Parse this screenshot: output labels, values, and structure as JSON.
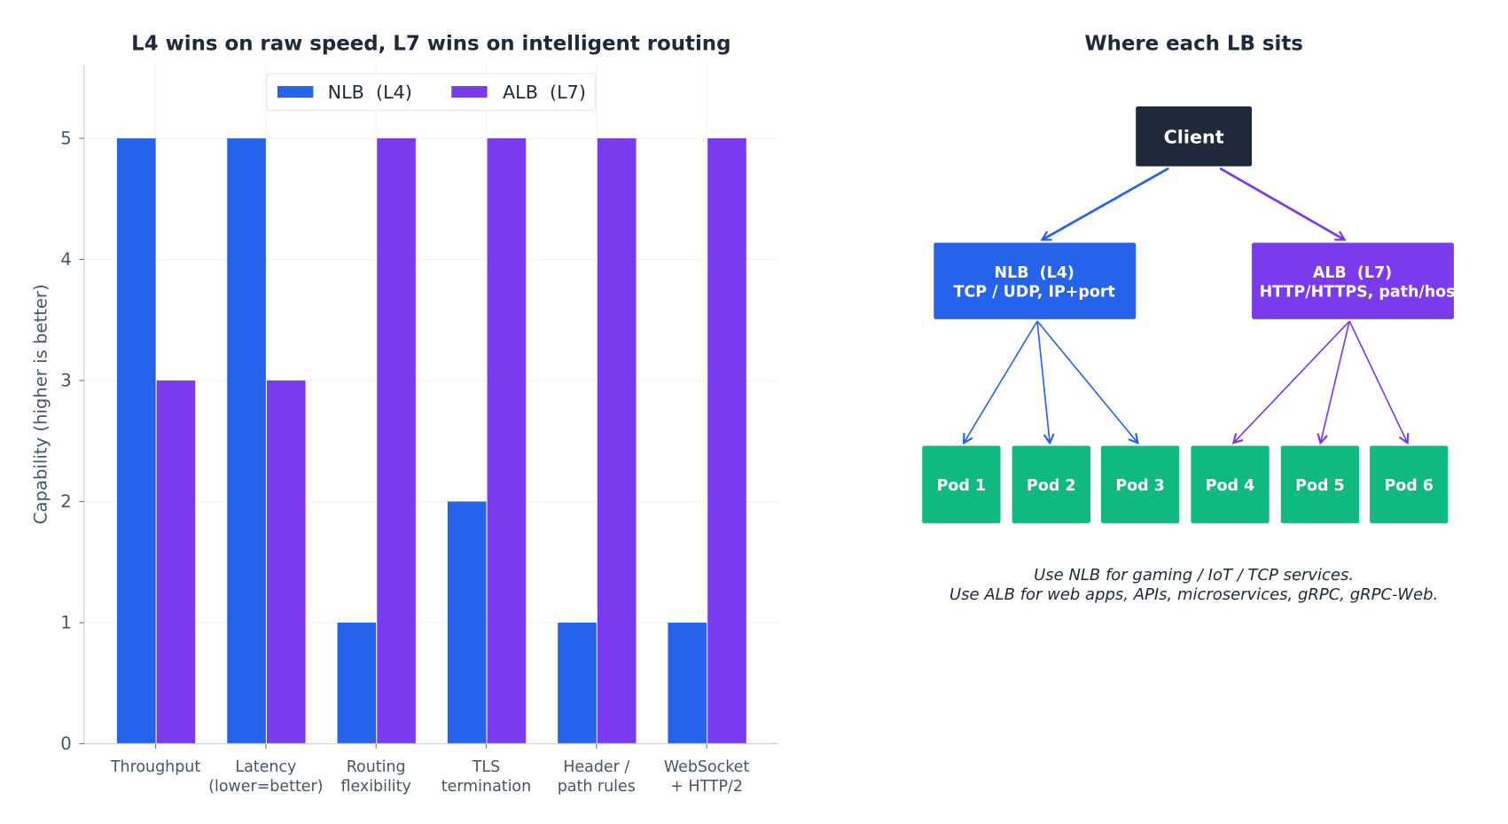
{
  "chart_data": [
    {
      "type": "bar",
      "title": "L4 wins on raw speed, L7 wins on intelligent routing",
      "xlabel": "",
      "ylabel": "Capability  (higher is better)",
      "categories": [
        [
          "Throughput"
        ],
        [
          "Latency",
          "(lower=better)"
        ],
        [
          "Routing",
          "flexibility"
        ],
        [
          "TLS",
          "termination"
        ],
        [
          "Header /",
          "path rules"
        ],
        [
          "WebSocket",
          "+ HTTP/2"
        ]
      ],
      "series": [
        {
          "name": "NLB  (L4)",
          "color": "#2563eb",
          "values": [
            5,
            5,
            1,
            2,
            1,
            1
          ]
        },
        {
          "name": "ALB  (L7)",
          "color": "#7c3aed",
          "values": [
            3,
            3,
            5,
            5,
            5,
            5
          ]
        }
      ],
      "ylim": [
        0,
        5.6
      ],
      "yticks": [
        "0",
        "1",
        "2",
        "3",
        "4",
        "5"
      ],
      "grid": true,
      "legend": "top-center"
    }
  ],
  "diagram": {
    "title": "Where each LB sits",
    "client": {
      "label": "Client",
      "color": "#1e293b"
    },
    "nlb": {
      "line1": "NLB  (L4)",
      "line2": "TCP / UDP, IP+port",
      "color": "#2563eb"
    },
    "alb": {
      "line1": "ALB  (L7)",
      "line2": "HTTP/HTTPS, path/host",
      "color": "#7c3aed"
    },
    "pods": [
      "Pod 1",
      "Pod 2",
      "Pod 3",
      "Pod 4",
      "Pod 5",
      "Pod 6"
    ],
    "pod_color": "#10b981",
    "caption": [
      "Use NLB for gaming / IoT / TCP services.",
      "Use ALB for web apps, APIs, microservices, gRPC, gRPC-Web."
    ]
  }
}
